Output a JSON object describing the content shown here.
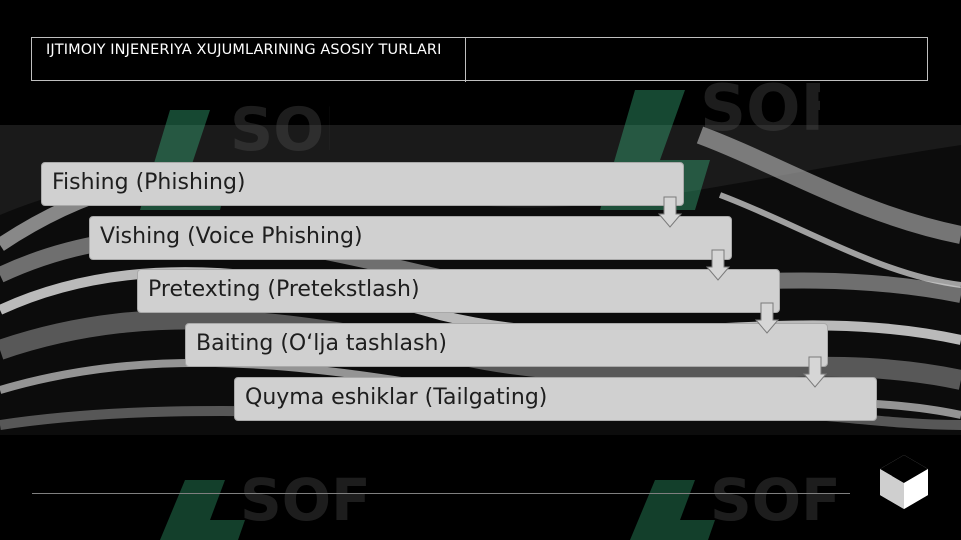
{
  "slide": {
    "title": "IJTIMOIY INJENERIYA XUJUMLARINING ASOSIY TURLARI",
    "steps": [
      {
        "label": "Fishing (Phishing)"
      },
      {
        "label": "Vishing (Voice Phishing)"
      },
      {
        "label": "Pretexting (Pretekstlash)"
      },
      {
        "label": "Baiting (O‘lja tashlash)"
      },
      {
        "label": "Quyma eshiklar (Tailgating)"
      }
    ]
  },
  "colors": {
    "background": "#000000",
    "step_fill": "#d0d0d0",
    "step_text": "#1e1e1e",
    "watermark_green": "#3ecf8e"
  },
  "icons": {
    "down_arrow": "down-arrow-icon",
    "brand_logo": "cube-logo-icon",
    "watermark": "watermark-logo-icon"
  }
}
